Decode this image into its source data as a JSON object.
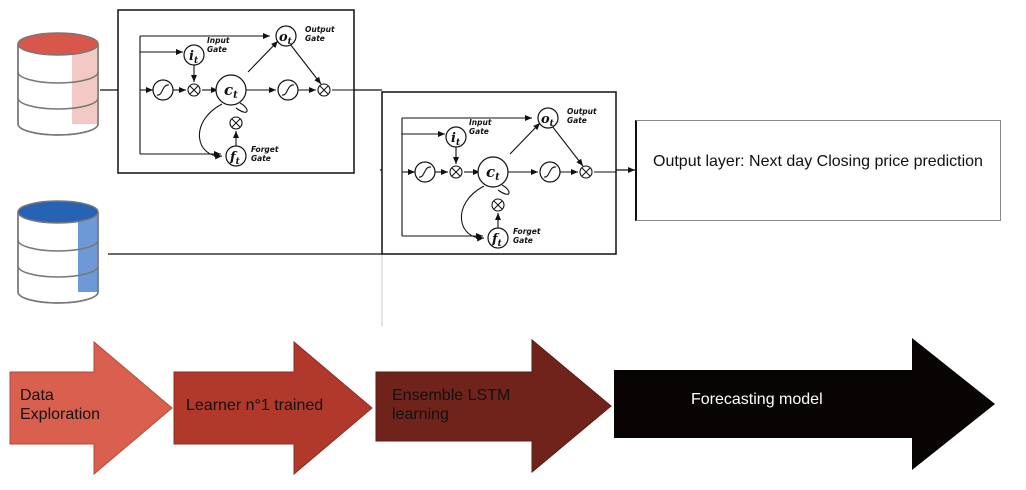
{
  "lstm_cells": [
    {
      "input_gate": "Input\nGate",
      "output_gate": "Output\nGate",
      "forget_gate": "Forget\nGate",
      "symbols": {
        "input": "i",
        "output": "o",
        "cell": "c",
        "forget": "f",
        "subscript": "t"
      }
    },
    {
      "input_gate": "Input\nGate",
      "output_gate": "Output\nGate",
      "forget_gate": "Forget\nGate",
      "symbols": {
        "input": "i",
        "output": "o",
        "cell": "c",
        "forget": "f",
        "subscript": "t"
      }
    }
  ],
  "output_layer": {
    "text": "Output layer: Next day Closing price prediction"
  },
  "datasets": [
    {
      "color": "#d9574a",
      "stripe": "#f2c9c4"
    },
    {
      "color": "#2763b5",
      "stripe": "#6d9ad6"
    }
  ],
  "pipeline": [
    {
      "label": "Data\nExploration",
      "color": "#d9604f",
      "text_color": "#111111"
    },
    {
      "label": "Learner n°1 trained",
      "color": "#b0392b",
      "text_color": "#111111"
    },
    {
      "label": "Ensemble LSTM\nlearning",
      "color": "#70231b",
      "text_color": "#111111"
    },
    {
      "label": "Forecasting model",
      "color": "#080404",
      "text_color": "#ffffff"
    }
  ]
}
